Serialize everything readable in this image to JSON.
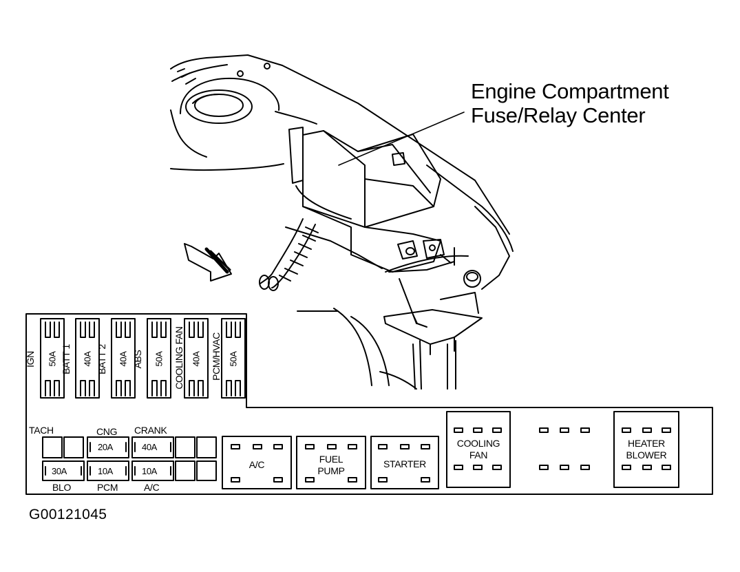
{
  "callout": {
    "line1": "Engine Compartment",
    "line2": "Fuse/Relay Center"
  },
  "maxi_fuses": [
    {
      "label": "IGN",
      "rating": "50A"
    },
    {
      "label": "BATT 1",
      "rating": "40A"
    },
    {
      "label": "BATT 2",
      "rating": "40A"
    },
    {
      "label": "ABS",
      "rating": "50A"
    },
    {
      "label": "COOLING FAN",
      "rating": "40A"
    },
    {
      "label": "PCM/HVAC",
      "rating": "50A"
    }
  ],
  "mini_fuses": {
    "top_labels": {
      "tach": "TACH",
      "cng": "CNG",
      "crank": "CRANK"
    },
    "cng_rating": "20A",
    "crank_rating": "40A",
    "blo_rating": "30A",
    "pcm_rating": "10A",
    "ac_rating": "10A",
    "bottom_labels": {
      "blo": "BLO",
      "pcm": "PCM",
      "ac": "A/C"
    }
  },
  "relays": {
    "ac": "A/C",
    "fuel_pump_1": "FUEL",
    "fuel_pump_2": "PUMP",
    "starter": "STARTER",
    "cooling_fan_1": "COOLING",
    "cooling_fan_2": "FAN",
    "heater_blower_1": "HEATER",
    "heater_blower_2": "BLOWER"
  },
  "figure_id": "G00121045"
}
